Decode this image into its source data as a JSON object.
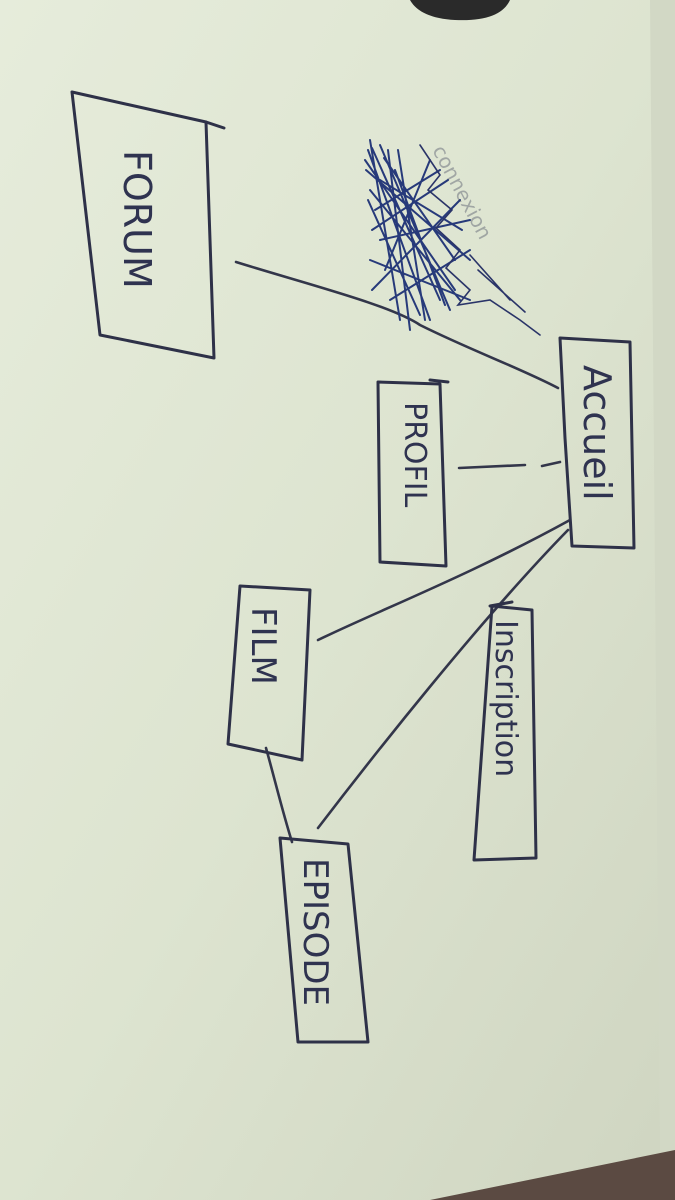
{
  "diagram": {
    "nodes": [
      {
        "id": "forum",
        "label": "FORUM"
      },
      {
        "id": "accueil",
        "label": "Accueil"
      },
      {
        "id": "profil",
        "label": "PROFIL"
      },
      {
        "id": "film",
        "label": "FILM"
      },
      {
        "id": "inscription",
        "label": "Inscription"
      },
      {
        "id": "episode",
        "label": "EPISODE"
      },
      {
        "id": "scribbled",
        "label": "connexion"
      }
    ],
    "edges": [
      {
        "from": "forum",
        "to": "accueil"
      },
      {
        "from": "profil",
        "to": "accueil"
      },
      {
        "from": "film",
        "to": "accueil"
      },
      {
        "from": "episode",
        "to": "accueil"
      },
      {
        "from": "film",
        "to": "episode"
      }
    ]
  },
  "colors": {
    "paper": "#dfe6d3",
    "ink": "#2e3148",
    "scribble": "#273a7a",
    "shadow": "#bcc2b0",
    "dark_corner": "#5a4a40"
  }
}
